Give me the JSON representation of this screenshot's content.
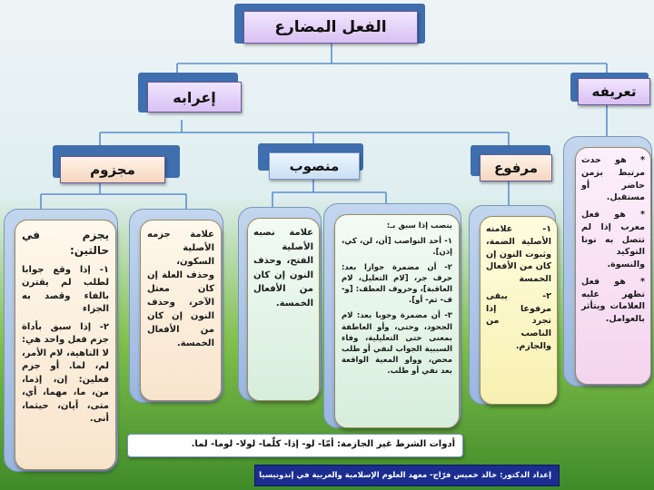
{
  "title": "الفعل المضارع",
  "definition": {
    "header": "تعريفه",
    "points": [
      "* هو حدث مرتبط بزمن حاضر أو مستقبل.",
      "* هو فعل معرب إذا لم تتصل به نونا التوكيد والنسوة.",
      "* هو فعل تظهر عليه العلامات ويتأثر بالعوامل."
    ]
  },
  "irab": {
    "header": "إعرابه",
    "marfu": {
      "header": "مرفوع",
      "points": [
        "١- علامته الأصلية الضمة، وثبوت النون إن كان من الأفعال الخمسة",
        "٢- يبقى مرفوعا إذا تجرد من الناصب والجازم."
      ]
    },
    "mansub": {
      "header": "منصوب",
      "sign": "علامة نصبه الأصلية الفتح، وحذف النون إن كان من الأفعال الخمسة.",
      "intro": "ينصب إذا سبق بـ:",
      "points": [
        "١- أحد النواصب [أن، لن، كي، إذن].",
        "٢- أن مضمرة جوازا بعد: حرف جر، [لام التعليل، لام العاقبة]، وحروف العطف: [و- ف- ثم- أو].",
        "٣- أن مضمرة وجوبا بعد: لام الجحود، وحتى، وأو العاطفة بمعنى حتى التعليلية، وفاء السببية الجواب لنفي أو طلب محض، وواو المعية الواقعة بعد نفي أو طلب."
      ]
    },
    "majzum": {
      "header": "مجزوم",
      "sign": "علامة جزمه الأصلية السكون، وحذف العلة إن كان معتل الآخر، وحذف النون إن كان من الأفعال الخمسة.",
      "intro": "يجزم في حالتين:",
      "points": [
        "١- إذا وقع جوابا لطلب لم يقترن بالفاء وقصد به الجزاء",
        "٢- إذا سبق بأداة جزم فعل واحد هي: لا الناهية، لام الأمر، لم، لما. أو جزم فعلين: إن، إذما، من، ما، مهما، أي، متى، أيان، حيثما، أنى."
      ]
    }
  },
  "non_jazim": "أدوات الشرط غير الجازمة: أمّا- لو- إذا- كلّما- لولا- لوما- لما.",
  "credit": "إعداد الدكتور: خالد خميس فرّاج- معهد العلوم الإسلامية والعربية في إندونيسيا",
  "colors": {
    "connector": "#5a8fcf",
    "title_box": "#e6d4fb",
    "credit_bar": "#1b2d8f"
  }
}
